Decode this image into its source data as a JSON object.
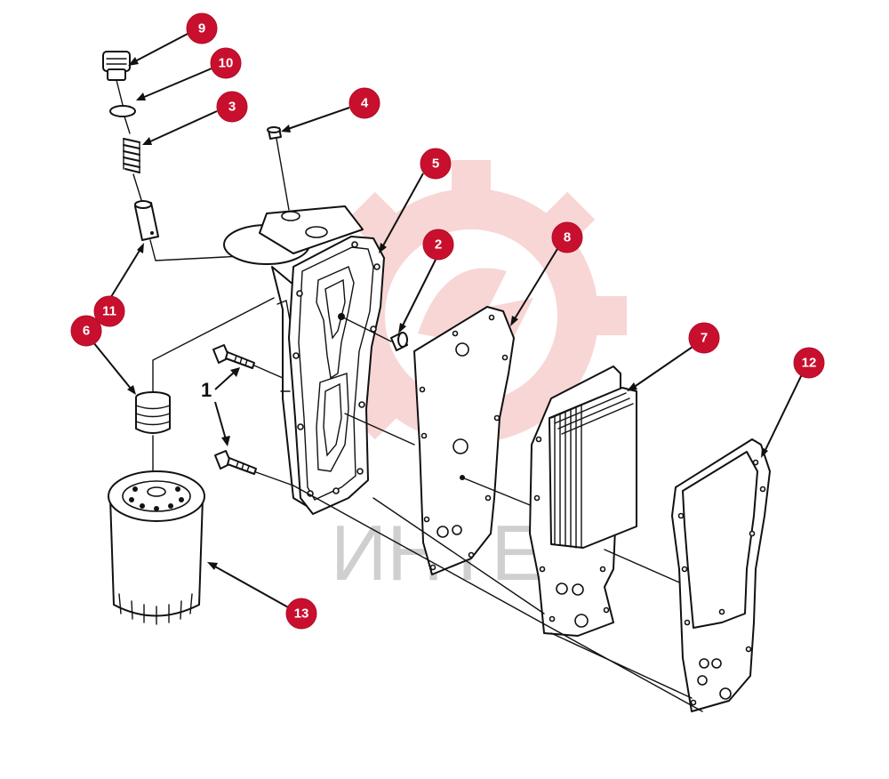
{
  "diagram": {
    "callouts": [
      {
        "id": "9",
        "label": "9"
      },
      {
        "id": "10",
        "label": "10"
      },
      {
        "id": "3",
        "label": "3"
      },
      {
        "id": "4",
        "label": "4"
      },
      {
        "id": "5",
        "label": "5"
      },
      {
        "id": "2",
        "label": "2"
      },
      {
        "id": "8",
        "label": "8"
      },
      {
        "id": "11",
        "label": "11"
      },
      {
        "id": "6",
        "label": "6"
      },
      {
        "id": "7",
        "label": "7"
      },
      {
        "id": "12",
        "label": "12"
      },
      {
        "id": "13",
        "label": "13"
      }
    ],
    "plain_label": "1",
    "watermark": {
      "text": "ИНТЕХ",
      "color": "#f3b6b6"
    },
    "callout_color": "#c8102e"
  }
}
